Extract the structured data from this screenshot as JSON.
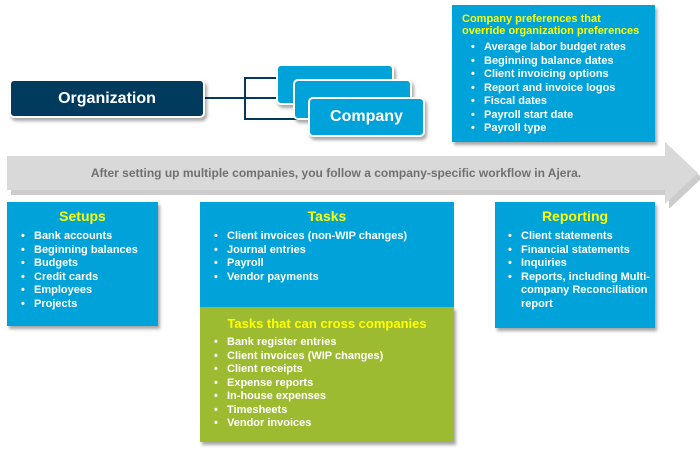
{
  "organization": {
    "label": "Organization"
  },
  "companies": [
    {
      "label": ""
    },
    {
      "label": ""
    },
    {
      "label": "Company"
    }
  ],
  "preferences": {
    "title_line1": "Company preferences that",
    "title_line2": "override organization preferences",
    "items": [
      "Average labor budget rates",
      "Beginning balance dates",
      "Client invoicing options",
      "Report and invoice logos",
      "Fiscal dates",
      "Payroll start date",
      "Payroll type"
    ]
  },
  "workflow_arrow": {
    "text": "After setting up multiple companies, you follow a company-specific workflow in Ajera."
  },
  "setups": {
    "title": "Setups",
    "items": [
      "Bank accounts",
      "Beginning balances",
      "Budgets",
      "Credit cards",
      "Employees",
      "Projects"
    ]
  },
  "tasks": {
    "title": "Tasks",
    "items": [
      "Client invoices (non-WIP changes)",
      "Journal entries",
      "Payroll",
      "Vendor payments"
    ]
  },
  "cross_company_tasks": {
    "title": "Tasks that can cross companies",
    "items": [
      "Bank register entries",
      "Client invoices (WIP changes)",
      "Client receipts",
      "Expense reports",
      "In-house expenses",
      "Timesheets",
      "Vendor invoices"
    ]
  },
  "reporting": {
    "title": "Reporting",
    "items": [
      "Client statements",
      "Financial statements",
      "Inquiries",
      "Reports, including Multi-company Reconciliation report"
    ]
  },
  "colors": {
    "organization": "#003a5d",
    "company": "#00a3d9",
    "title_text": "#ffff00",
    "cross_company": "#9cbb31",
    "arrow": "#d9d9d9",
    "arrow_text": "#707070"
  }
}
